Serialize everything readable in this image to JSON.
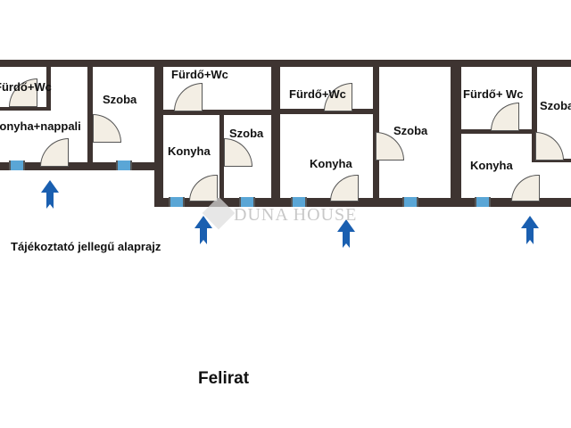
{
  "rooms": {
    "u1_bath": "Fürdő+Wc",
    "u1_kitchen_living": "Konyha+nappali",
    "u1_room": "Szoba",
    "u2_bath": "Fürdő+Wc",
    "u2_kitchen": "Konyha",
    "u2_room": "Szoba",
    "u3_bath": "Fürdő+Wc",
    "u3_kitchen": "Konyha",
    "u3_room": "Szoba",
    "u4_bath": "Fürdő+ Wc",
    "u4_kitchen": "Konyha",
    "u4_room": "Szoba"
  },
  "note": "Tájékoztató jellegű alaprajz",
  "caption": "Felirat",
  "watermark": "DUNA HOUSE",
  "colors": {
    "wall": "#3e3431",
    "window": "#5aa6d6",
    "arrow": "#1a5fb0",
    "door": "#f3eee4"
  }
}
